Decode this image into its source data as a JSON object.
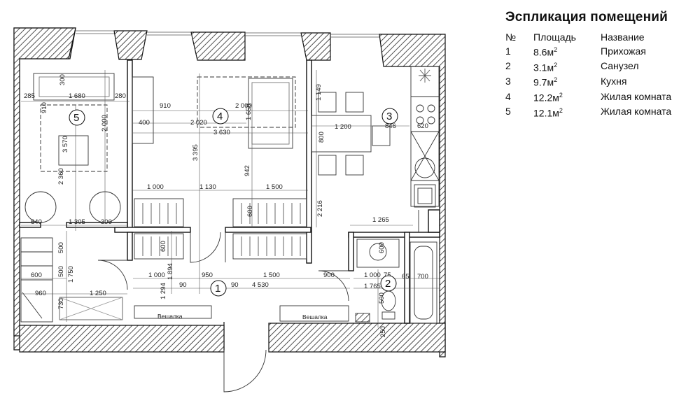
{
  "legend": {
    "title": "Эспликация помещений",
    "headers": {
      "num": "№",
      "area": "Площадь",
      "name": "Название"
    },
    "rows": [
      {
        "num": "1",
        "area": "8.6м",
        "sup": "2",
        "name": "Прихожая"
      },
      {
        "num": "2",
        "area": "3.1м",
        "sup": "2",
        "name": "Санузел"
      },
      {
        "num": "3",
        "area": "9.7м",
        "sup": "2",
        "name": "Кухня"
      },
      {
        "num": "4",
        "area": "12.2м",
        "sup": "2",
        "name": "Жилая комната"
      },
      {
        "num": "5",
        "area": "12.1м",
        "sup": "2",
        "name": "Жилая комната"
      }
    ]
  },
  "rooms": {
    "r1": "1",
    "r2": "2",
    "r3": "3",
    "r4": "4",
    "r5": "5"
  },
  "hangers": {
    "left": "Вешалка",
    "right": "Вешалка"
  },
  "dims": {
    "d285": "285",
    "d1680": "1 680",
    "d280": "280",
    "d300a": "300",
    "d910a": "910",
    "d2000a": "2 000",
    "d3570": "3 570",
    "d2360": "2 360",
    "d640": "640",
    "d1305": "1 305",
    "d300b": "300",
    "d910b": "910",
    "d2000b": "2 000",
    "d400": "400",
    "d2020": "2 020",
    "d1650": "1 650",
    "d3630": "3 630",
    "d3395": "3 395",
    "d942": "942",
    "d1000a": "1 000",
    "d1130": "1 130",
    "d1500a": "1 500",
    "d600a": "600",
    "d600b": "600",
    "d1149": "1 149",
    "d800": "800",
    "d1200": "1 200",
    "d846": "846",
    "d620": "620",
    "d2216": "2 216",
    "d1265": "1 265",
    "d500a": "500",
    "d500b": "500",
    "d1750": "1 750",
    "d600c": "600",
    "d960": "960",
    "d730": "730",
    "d1250": "1 250",
    "d1000b": "1 000",
    "d950": "950",
    "d1500b": "1 500",
    "d900": "900",
    "d1894": "1 894",
    "d90a": "90",
    "d90b": "90",
    "d1294": "1 294",
    "d4530": "4 530",
    "d1000c": "1 000",
    "d75": "75",
    "d65": "65",
    "d700": "700",
    "d1765": "1 765",
    "d600d": "600",
    "d500c": "500",
    "d250": "250"
  }
}
